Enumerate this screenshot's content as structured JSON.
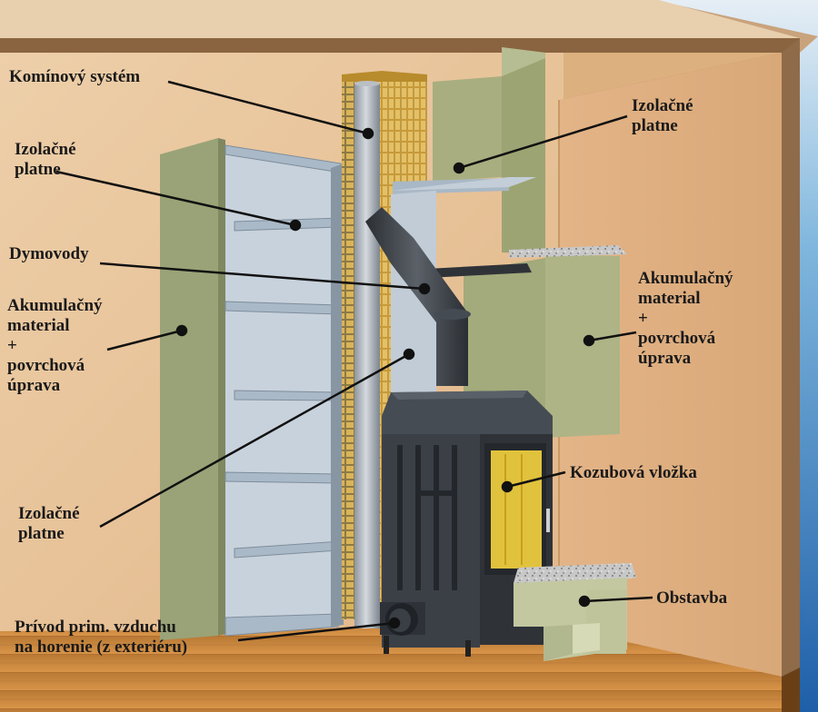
{
  "labels": {
    "chimney_system": "Komínový systém",
    "insulation_top_left": [
      "Izolačné",
      "platne"
    ],
    "insulation_top_right": [
      "Izolačné",
      "platne"
    ],
    "flue_pipes": "Dymovody",
    "accumulation_left": [
      "Akumulačný",
      "material",
      "+",
      "povrchová",
      "úprava"
    ],
    "accumulation_right": [
      "Akumulačný",
      "material",
      "+",
      "povrchová",
      "úprava"
    ],
    "insulation_bottom_left": [
      "Izolačné",
      "platne"
    ],
    "fireplace_insert": "Kozubová vložka",
    "enclosure": "Obstavba",
    "primary_air": [
      "Prívod prim. vzduchu",
      "na horenie (z exteriéru)"
    ]
  },
  "colors": {
    "wall": "#e8c39a",
    "floor": "#c98a3e",
    "ceiling": "#6e4a2a",
    "sky": "#3a86c4",
    "panel": "#a8ae80",
    "shelf": "#a9b8c6",
    "stove": "#3c4148",
    "glass": "#e1c23c",
    "granite": "#c9c9c9",
    "leader": "#111111"
  }
}
